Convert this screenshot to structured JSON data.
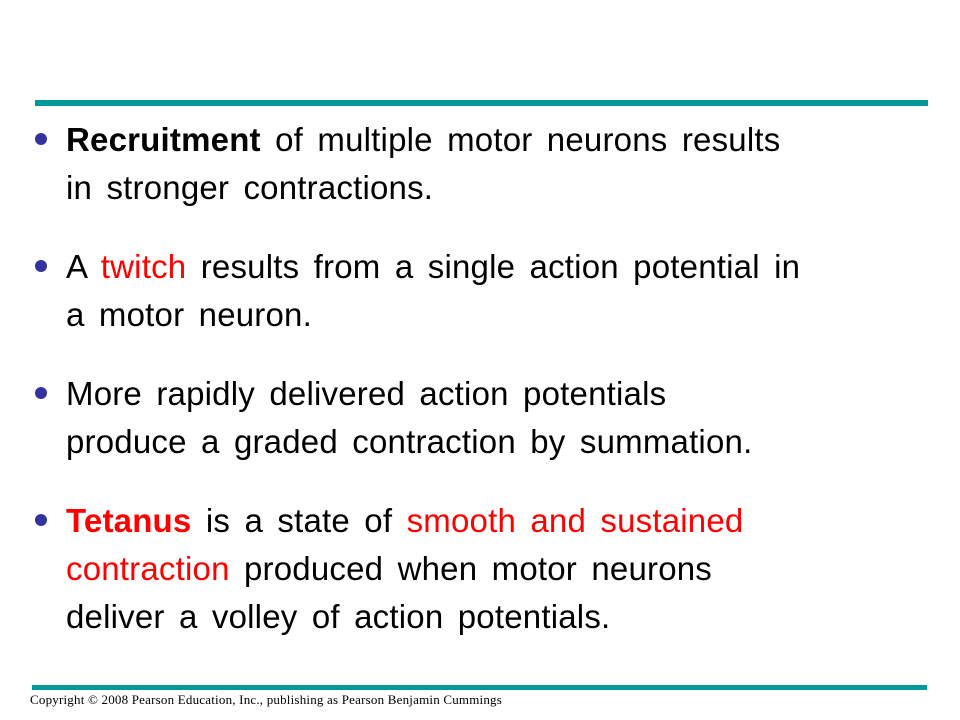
{
  "colors": {
    "accent_teal": "#009999",
    "bullet_blue": "#3333A0",
    "emphasis_red": "#FF0000",
    "text_black": "#000000"
  },
  "slide": {
    "bullets": [
      {
        "lines": [
          {
            "segments": [
              {
                "text": "Recruitment",
                "style": "bold-black"
              },
              {
                "text": " of multiple motor neurons results",
                "style": "plain-black"
              }
            ]
          },
          {
            "segments": [
              {
                "text": "in stronger contractions.",
                "style": "plain-black"
              }
            ]
          }
        ]
      },
      {
        "lines": [
          {
            "segments": [
              {
                "text": "A ",
                "style": "plain-black"
              },
              {
                "text": "twitch",
                "style": "plain-red"
              },
              {
                "text": " results from a single action potential in",
                "style": "plain-black"
              }
            ]
          },
          {
            "segments": [
              {
                "text": "a motor neuron.",
                "style": "plain-black"
              }
            ]
          }
        ]
      },
      {
        "lines": [
          {
            "segments": [
              {
                "text": "More rapidly delivered action potentials",
                "style": "plain-black"
              }
            ]
          },
          {
            "segments": [
              {
                "text": "produce a graded contraction by summation.",
                "style": "plain-black"
              }
            ]
          }
        ]
      },
      {
        "lines": [
          {
            "segments": [
              {
                "text": "Tetanus",
                "style": "bold-red"
              },
              {
                "text": " is a state of ",
                "style": "plain-black"
              },
              {
                "text": "smooth and sustained",
                "style": "plain-red"
              }
            ]
          },
          {
            "segments": [
              {
                "text": "contraction",
                "style": "plain-red"
              },
              {
                "text": " produced when motor neurons",
                "style": "plain-black"
              }
            ]
          },
          {
            "segments": [
              {
                "text": "deliver a volley of action potentials.",
                "style": "plain-black"
              }
            ]
          }
        ]
      }
    ]
  },
  "footer": {
    "copyright": "Copyright © 2008 Pearson Education, Inc., publishing as Pearson Benjamin Cummings"
  }
}
